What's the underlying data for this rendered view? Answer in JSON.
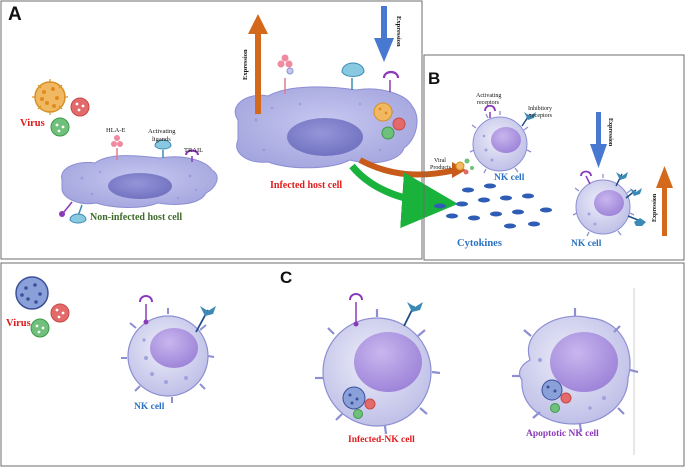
{
  "panels": {
    "a": {
      "letter": "A"
    },
    "b": {
      "letter": "B"
    },
    "c": {
      "letter": "C"
    }
  },
  "panel_a": {
    "virus_label": "Virus",
    "hla_label": "HLA-E",
    "activating_ligands_label": "Activating ligands",
    "trail_label": "TRAIL",
    "non_infected_label": "Non-infected host cell",
    "infected_label": "Infected host cell",
    "expression_up_label": "Expression",
    "expression_down_label": "Expression"
  },
  "panel_b": {
    "viral_products_label": "Viral Products",
    "activating_receptors_label": "Activating receptors",
    "inhibitory_receptors_label": "Inhibitory receptors",
    "nk_cell_label_1": "NK cell",
    "nk_cell_label_2": "NK cell",
    "cytokines_label": "Cytokines",
    "expression_down_label": "Expression",
    "expression_up_label": "Expression"
  },
  "panel_c": {
    "virus_label": "Virus",
    "nk_cell_label": "NK cell",
    "infected_nk_label": "Infected-NK cell",
    "apoptotic_nk_label": "Apoptotic NK cell"
  },
  "colors": {
    "cell_fill": "#a7a9e0",
    "nucleus_fill": "#7b7cc8",
    "red_label": "#e01b1b",
    "green_label": "#3f6b2a",
    "blue_label": "#2b73c2",
    "purple_label": "#8a3ab9",
    "up_arrow": "#d4691c",
    "down_arrow": "#4878d0",
    "green_arrow": "#19b33c",
    "cytokine": "#2f5db5"
  }
}
